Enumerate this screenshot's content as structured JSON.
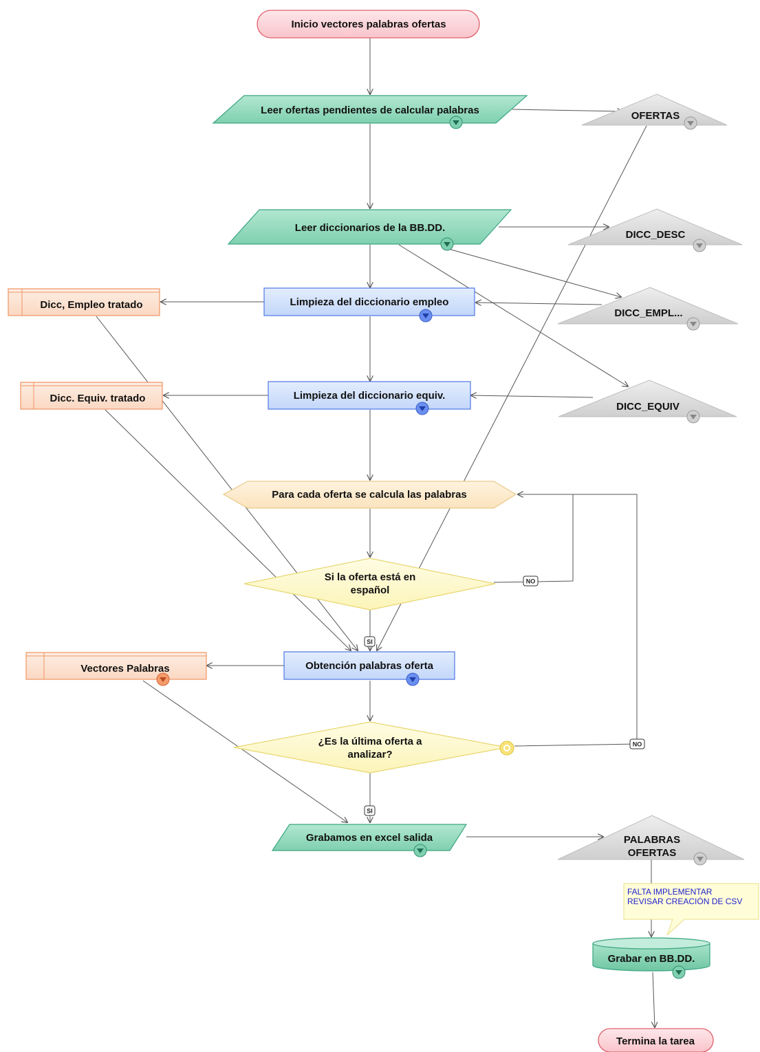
{
  "nodes": {
    "start": "Inicio vectores palabras ofertas",
    "leer_ofertas": "Leer ofertas pendientes de calcular palabras",
    "ofertas": "OFERTAS",
    "leer_dicc": "Leer diccionarios de la BB.DD.",
    "dicc_desc": "DICC_DESC",
    "limpieza_empleo": "Limpieza del diccionario empleo",
    "dicc_empleo_tratado": "Dicc, Empleo tratado",
    "dicc_empl": "DICC_EMPL...",
    "limpieza_equiv": "Limpieza del diccionario equiv.",
    "dicc_equiv_tratado": "Dicc. Equiv. tratado",
    "dicc_equiv": "DICC_EQUIV",
    "loop": "Para cada oferta se calcula las palabras",
    "cond_espanol_1": "Si la oferta está en",
    "cond_espanol_2": "español",
    "obtencion": "Obtención palabras oferta",
    "vectores": "Vectores Palabras",
    "cond_ultima_1": "¿Es la última oferta a",
    "cond_ultima_2": "analizar?",
    "grabamos_excel": "Grabamos en excel salida",
    "palabras_ofertas_1": "PALABRAS",
    "palabras_ofertas_2": "OFERTAS",
    "grabar_bbdd": "Grabar en BB.DD.",
    "termina": "Termina la tarea"
  },
  "labels": {
    "no_1": "NO",
    "si_1": "SI",
    "no_2": "NO",
    "si_2": "SI"
  },
  "note": {
    "line1": "FALTA IMPLEMENTAR",
    "line2": "REVISAR CREACIÓN DE CSV"
  },
  "colors": {
    "terminal_fill": "#fbd3d8",
    "terminal_stroke": "#e0606e",
    "io_fill": "#8fd8bb",
    "io_stroke": "#3aa582",
    "process_fill": "#cfe0fb",
    "process_stroke": "#5a7fe6",
    "data_fill": "#d7d7d7",
    "store_fill": "#fde2cf",
    "store_stroke": "#ef9463",
    "decision_fill": "#fdf8c8",
    "decision_stroke": "#e7d771",
    "loop_fill": "#fdebc9",
    "loop_stroke": "#e9c98a",
    "note_fill": "#fffdd8",
    "note_stroke": "#e8df83"
  }
}
